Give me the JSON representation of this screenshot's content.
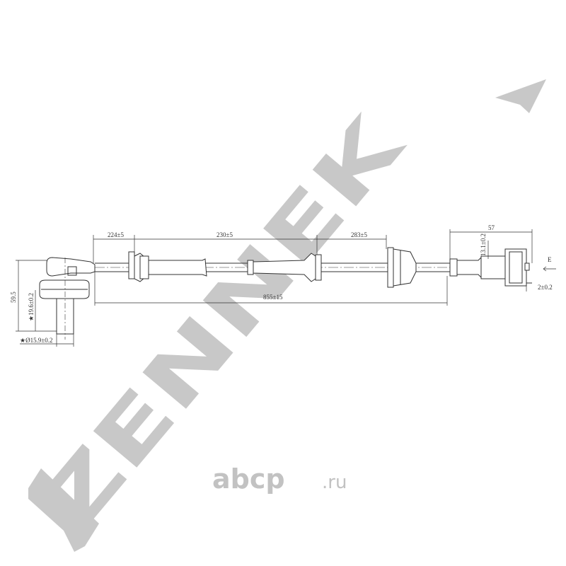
{
  "watermark": {
    "brand": "ZENNEK",
    "color": "#c8c8c8"
  },
  "site_logo": {
    "name": "abcp",
    "tld": ".ru",
    "color": "#c2c2c2"
  },
  "drawing": {
    "line_color": "#333333",
    "dimensions": {
      "seg1": "224±5",
      "seg2": "230±5",
      "seg3": "283±5",
      "total": "855±15",
      "connector_len": "57",
      "connector_h": "13.1±0.2",
      "pin_offset": "2±0.2",
      "height": "59.5",
      "sensor_len": "★19.6±0.2",
      "sensor_dia": "★Ø15.9±0.2",
      "view_label": "E"
    }
  }
}
